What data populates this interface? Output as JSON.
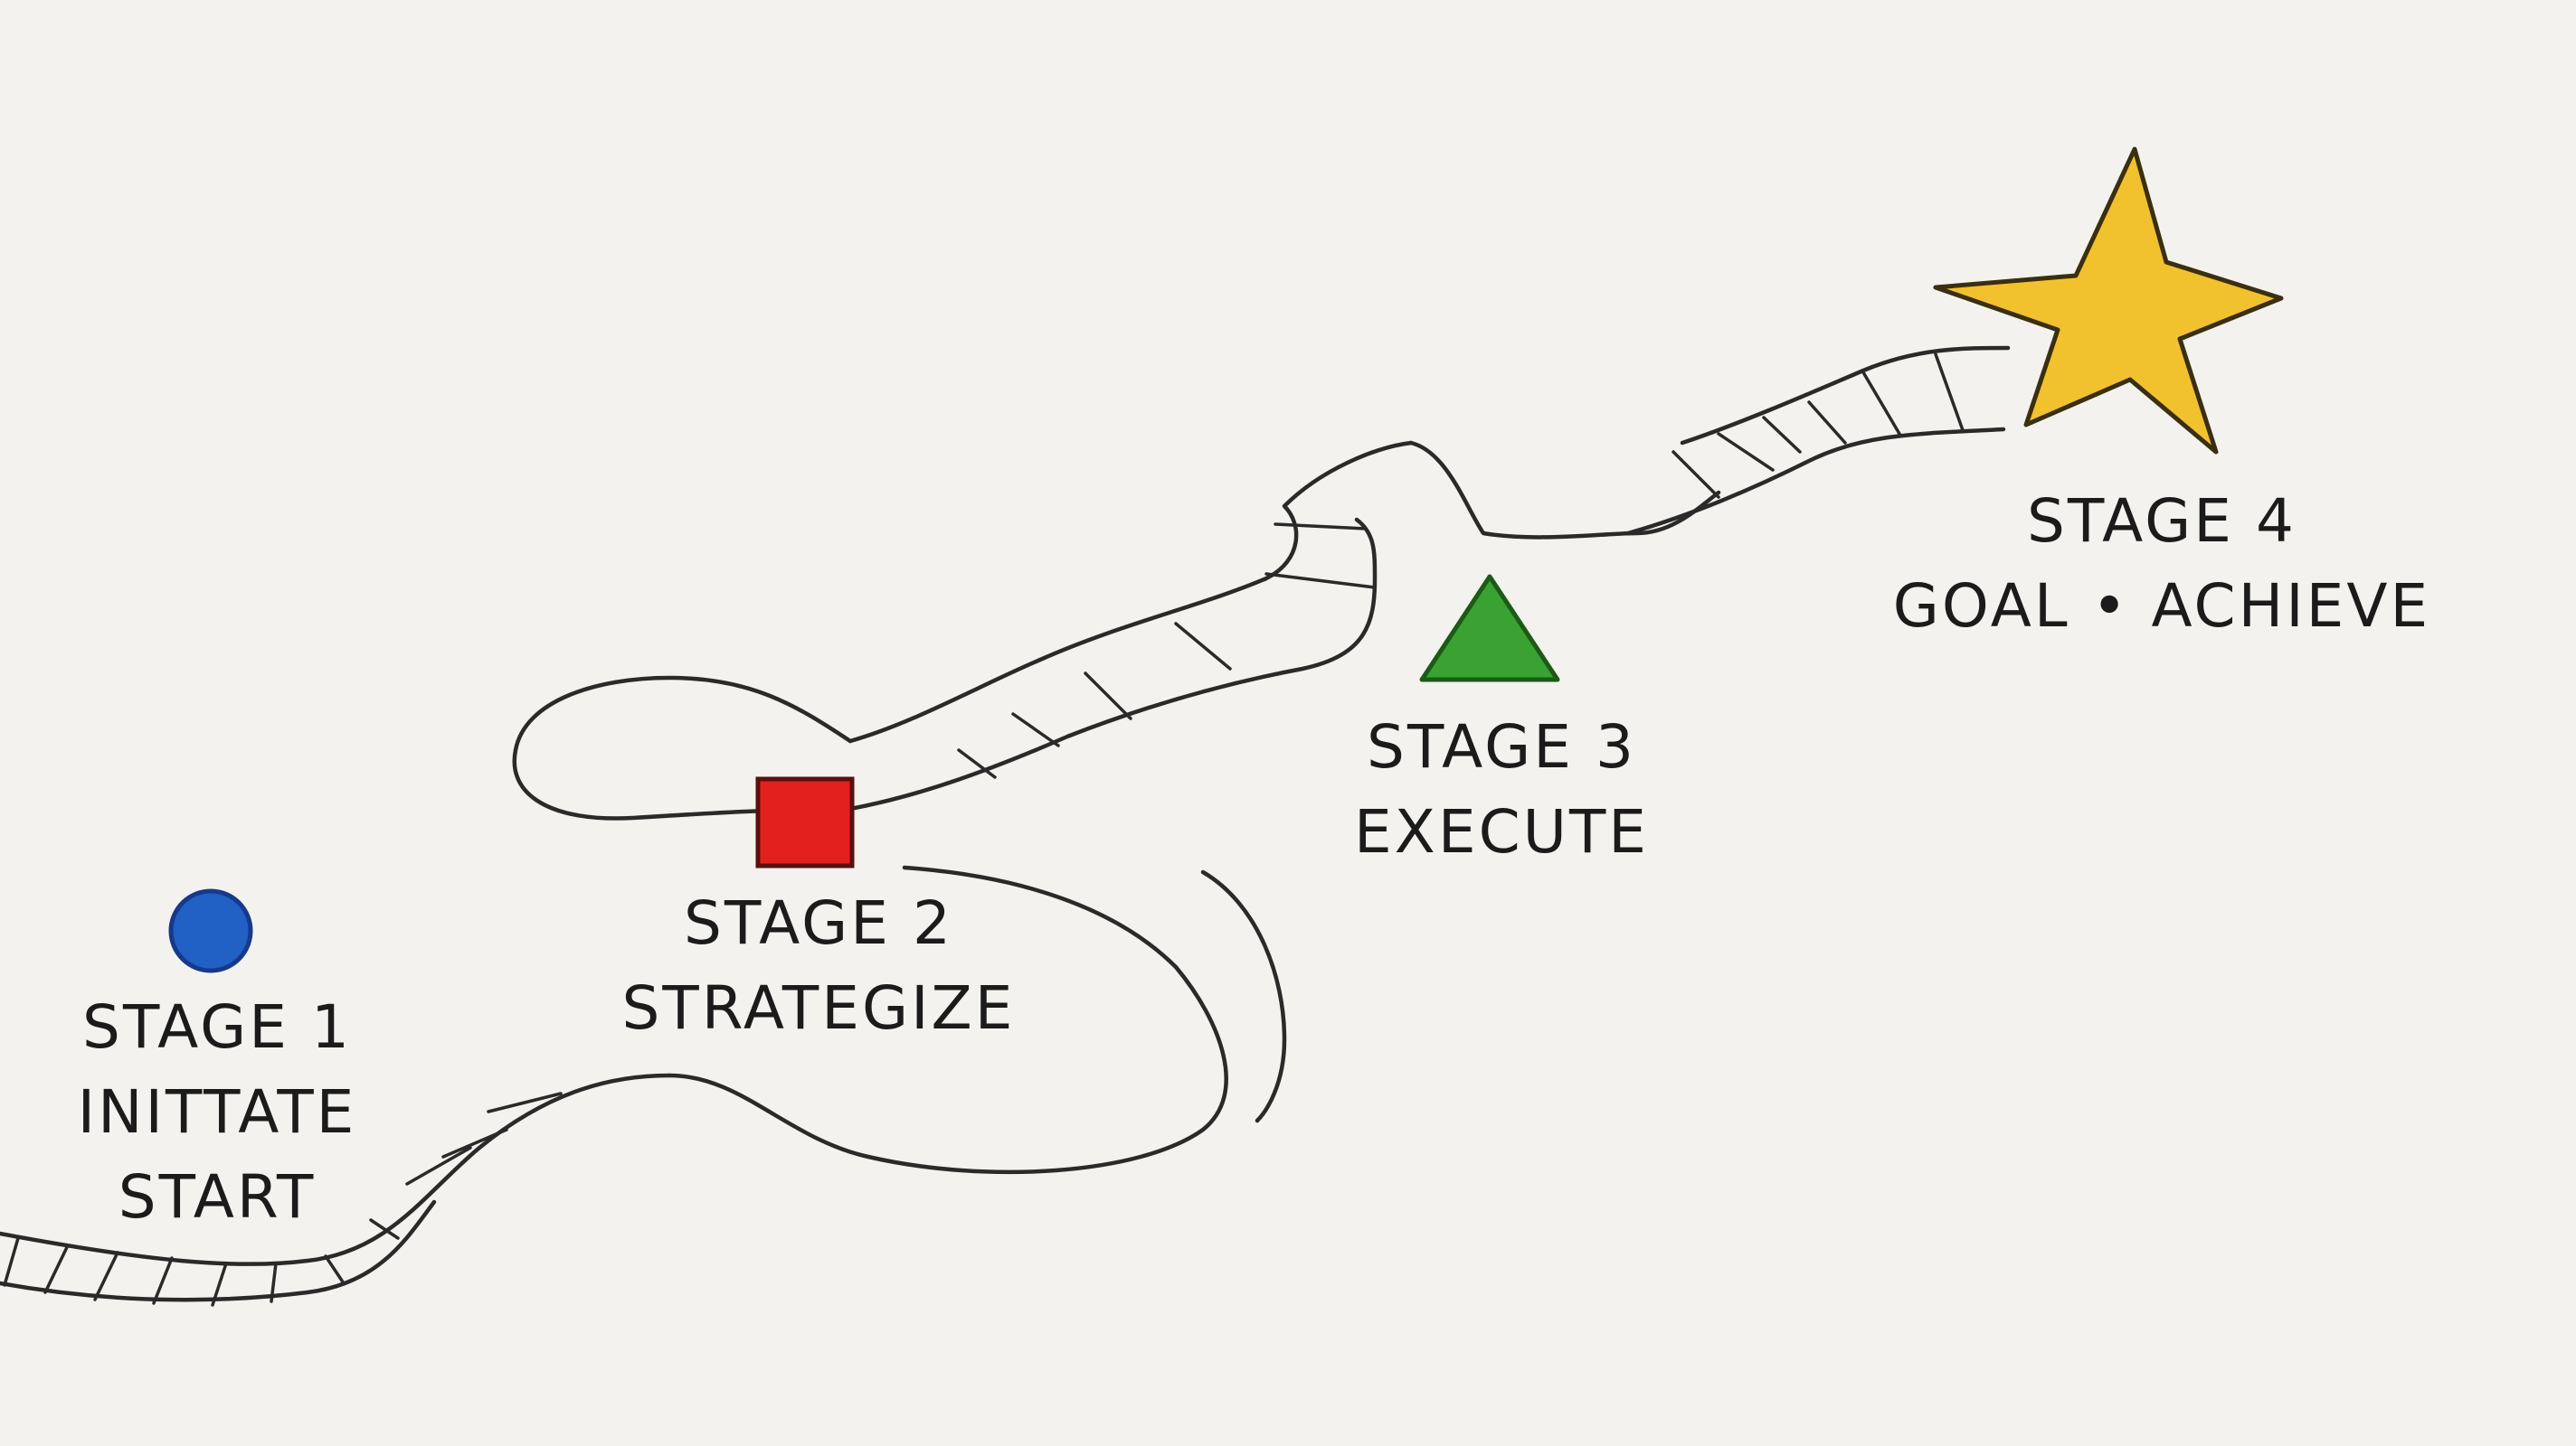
{
  "stages": [
    {
      "title": "STAGE 1",
      "lines": [
        "INITTATE",
        "START"
      ],
      "marker": "circle",
      "color": "#2160c4"
    },
    {
      "title": "STAGE 2",
      "lines": [
        "STRATEGIZE"
      ],
      "marker": "square",
      "color": "#e4201f"
    },
    {
      "title": "STAGE 3",
      "lines": [
        "EXECUTE"
      ],
      "marker": "triangle",
      "color": "#3aa233"
    },
    {
      "title": "STAGE 4",
      "lines": [
        "GOAL • ACHIEVE"
      ],
      "marker": "star",
      "color": "#f2c12e"
    }
  ],
  "colors": {
    "background": "#f3f2ee",
    "ink": "#1b1b1b"
  }
}
